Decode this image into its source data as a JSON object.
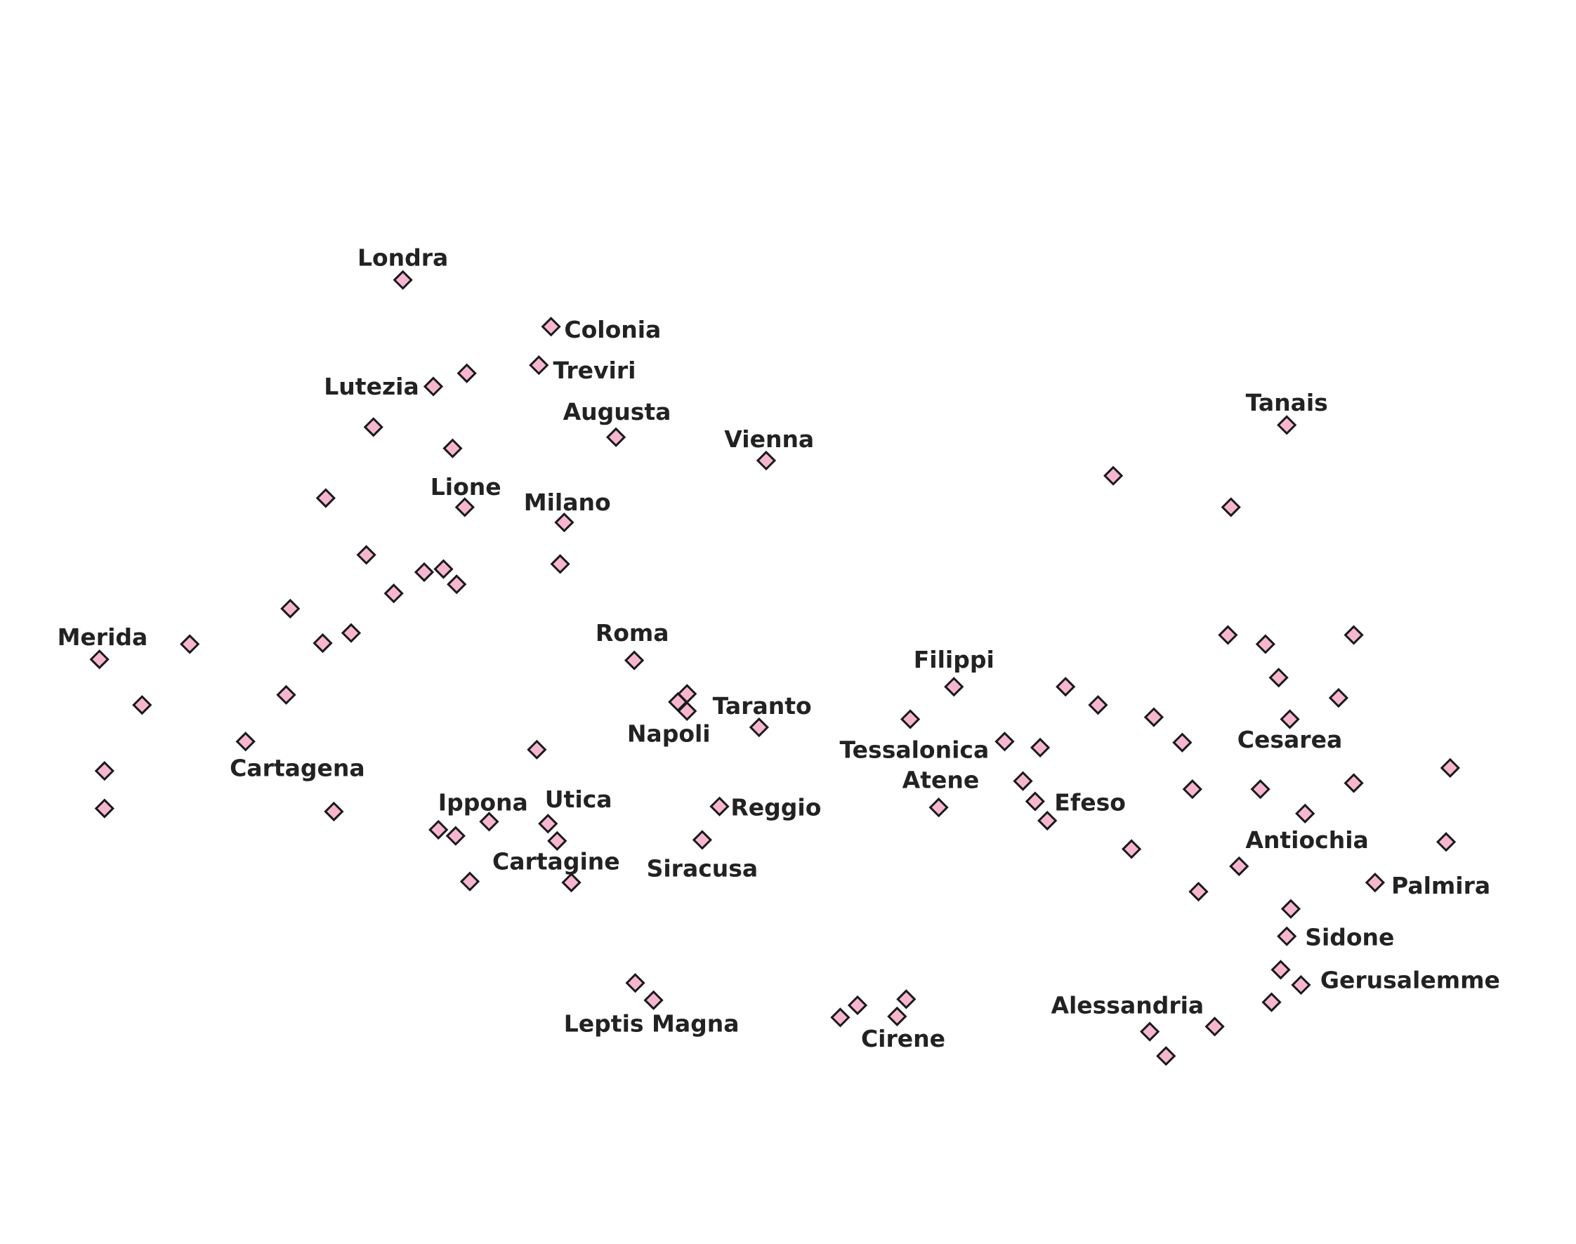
{
  "map": {
    "marker_fill": "#f7b6cf",
    "marker_stroke": "#1a1a1a",
    "label_color": "#222222",
    "background": "#ffffff",
    "icon": "diamond-marker-icon",
    "cities": [
      {
        "id": "londra",
        "name": "Londra"
      },
      {
        "id": "colonia",
        "name": "Colonia"
      },
      {
        "id": "treviri",
        "name": "Treviri"
      },
      {
        "id": "lutezia",
        "name": "Lutezia"
      },
      {
        "id": "augusta",
        "name": "Augusta"
      },
      {
        "id": "vienna",
        "name": "Vienna"
      },
      {
        "id": "tanais",
        "name": "Tanais"
      },
      {
        "id": "lione",
        "name": "Lione"
      },
      {
        "id": "milano",
        "name": "Milano"
      },
      {
        "id": "merida",
        "name": "Merida"
      },
      {
        "id": "roma",
        "name": "Roma"
      },
      {
        "id": "filippi",
        "name": "Filippi"
      },
      {
        "id": "taranto",
        "name": "Taranto"
      },
      {
        "id": "napoli",
        "name": "Napoli"
      },
      {
        "id": "tessalonica",
        "name": "Tessalonica"
      },
      {
        "id": "cesarea",
        "name": "Cesarea"
      },
      {
        "id": "cartagena",
        "name": "Cartagena"
      },
      {
        "id": "atene",
        "name": "Atene"
      },
      {
        "id": "ippona",
        "name": "Ippona"
      },
      {
        "id": "utica",
        "name": "Utica"
      },
      {
        "id": "efeso",
        "name": "Efeso"
      },
      {
        "id": "reggio",
        "name": "Reggio"
      },
      {
        "id": "antiochia",
        "name": "Antiochia"
      },
      {
        "id": "cartagine",
        "name": "Cartagine"
      },
      {
        "id": "siracusa",
        "name": "Siracusa"
      },
      {
        "id": "palmira",
        "name": "Palmira"
      },
      {
        "id": "sidone",
        "name": "Sidone"
      },
      {
        "id": "gerusalemme",
        "name": "Gerusalemme"
      },
      {
        "id": "alessandria",
        "name": "Alessandria"
      },
      {
        "id": "leptis-magna",
        "name": "Leptis Magna"
      },
      {
        "id": "cirene",
        "name": "Cirene"
      }
    ]
  }
}
